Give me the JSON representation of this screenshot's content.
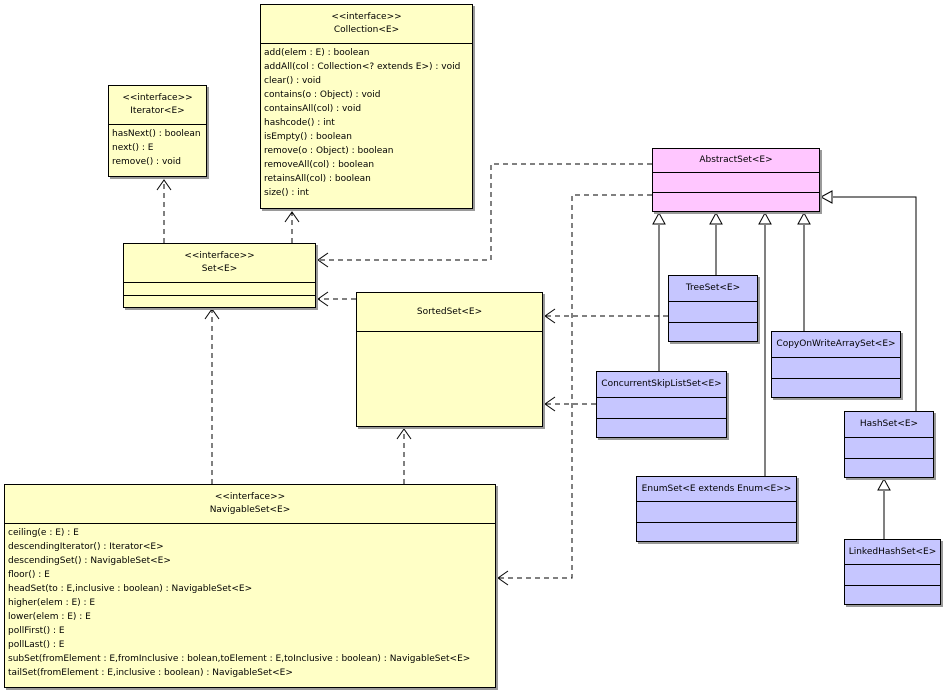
{
  "classes": {
    "collection": {
      "stereotype": "<<interface>>",
      "name": "Collection<E>",
      "methods": [
        "add(elem : E) : boolean",
        "addAll(col : Collection<? extends E>) : void",
        "clear() : void",
        "contains(o : Object) : void",
        "containsAll(col) : void",
        "hashcode() : int",
        "isEmpty() : boolean",
        "remove(o : Object) : boolean",
        "removeAll(col) : boolean",
        "retainsAll(col) : boolean",
        "size() : int"
      ]
    },
    "iterator": {
      "stereotype": "<<interface>>",
      "name": "Iterator<E>",
      "methods": [
        "hasNext() : boolean",
        "next() : E",
        "remove() : void"
      ]
    },
    "set": {
      "stereotype": "<<interface>>",
      "name": "Set<E>"
    },
    "sortedset": {
      "name": "SortedSet<E>"
    },
    "navigableset": {
      "stereotype": "<<interface>>",
      "name": "NavigableSet<E>",
      "methods": [
        "ceiling(e : E) : E",
        "descendingIterator() : Iterator<E>",
        "descendingSet() : NavigableSet<E>",
        "floor() : E",
        "headSet(to : E,inclusive : boolean) : NavigableSet<E>",
        "higher(elem : E) : E",
        "lower(elem : E) : E",
        "pollFirst() : E",
        "pollLast() : E",
        "subSet(fromElement : E,fromInclusive : bolean,toElement : E,toInclusive : boolean) : NavigableSet<E>",
        "tailSet(fromElement : E,inclusive : boolean) : NavigableSet<E>"
      ]
    },
    "abstractset": {
      "name": "AbstractSet<E>"
    },
    "treeset": {
      "name": "TreeSet<E>"
    },
    "copyonwritearrayset": {
      "name": "CopyOnWriteArraySet<E>"
    },
    "concurrentskiplistset": {
      "name": "ConcurrentSkipListSet<E>"
    },
    "hashset": {
      "name": "HashSet<E>"
    },
    "enumset": {
      "name": "EnumSet<E extends Enum<E>>"
    },
    "linkedhashset": {
      "name": "LinkedHashSet<E>"
    }
  },
  "colors": {
    "interface_fill": "#ffffc6",
    "abstract_fill": "#ffc6ff",
    "concrete_fill": "#c6c6ff",
    "line": "#000000"
  }
}
